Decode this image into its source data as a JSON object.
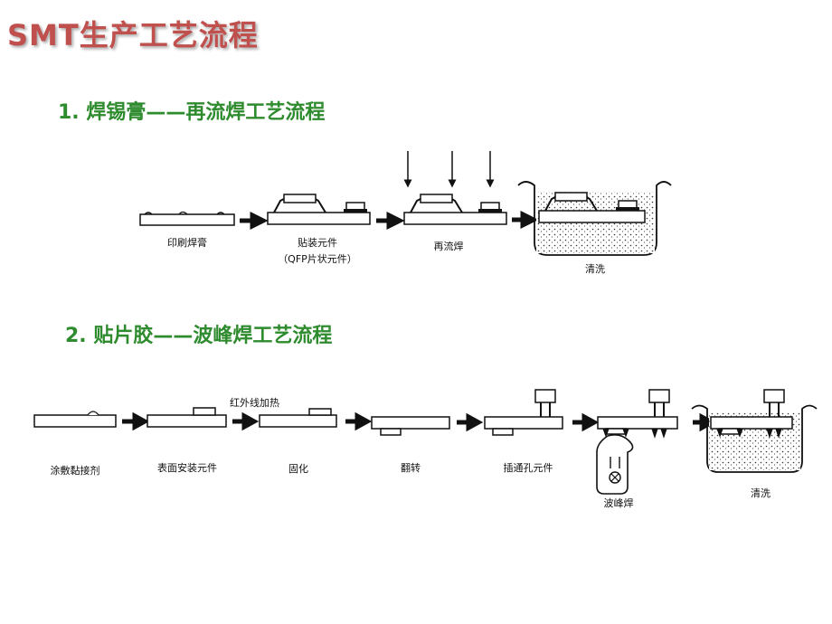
{
  "title": "SMT生产工艺流程",
  "section1": {
    "number": "1.",
    "title": "焊锡膏——再流焊工艺流程",
    "steps": [
      "印刷焊膏",
      "贴装元件",
      "再流焊",
      "清洗"
    ],
    "step2_sub": "（QFP片状元件）"
  },
  "section2": {
    "number": "2.",
    "title": "贴片胶——波峰焊工艺流程",
    "steps": [
      "涂敷黏接剂",
      "表面安装元件",
      "固化",
      "翻转",
      "插通孔元件",
      "波峰焊",
      "清洗"
    ],
    "annotation": "红外线加热"
  }
}
